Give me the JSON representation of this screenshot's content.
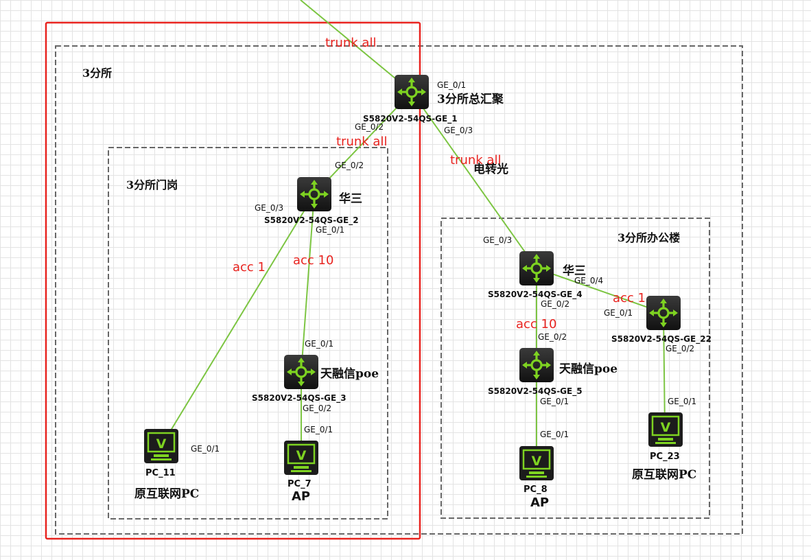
{
  "areas": {
    "branch": "3分所",
    "gate": "3分所门岗",
    "office": "3分所办公楼"
  },
  "devices": {
    "ge1": {
      "model": "S5820V2-54QS-GE_1",
      "name": "3分所总汇聚"
    },
    "ge2": {
      "model": "S5820V2-54QS-GE_2",
      "name": "华三"
    },
    "ge3": {
      "model": "S5820V2-54QS-GE_3",
      "name": "天融信poe"
    },
    "ge4": {
      "model": "S5820V2-54QS-GE_4",
      "name": "华三"
    },
    "ge5": {
      "model": "S5820V2-54QS-GE_5",
      "name": "天融信poe"
    },
    "ge22": {
      "model": "S5820V2-54QS-GE_22"
    },
    "pc11": {
      "model": "PC_11",
      "name": "原互联网PC"
    },
    "pc7": {
      "model": "PC_7",
      "name": "AP"
    },
    "pc8": {
      "model": "PC_8",
      "name": "AP"
    },
    "pc23": {
      "model": "PC_23",
      "name": "原互联网PC"
    }
  },
  "link_labels": {
    "trunk_top": "trunk all",
    "trunk_gate": "trunk all",
    "trunk_office": "trunk all",
    "acc1_gate": "acc 1",
    "acc10_gate": "acc 10",
    "acc10_office": "acc 10",
    "acc1_office": "acc 1",
    "e2o": "电转光"
  },
  "ports": {
    "p_ge1_01": "GE_0/1",
    "p_ge1_02": "GE_0/2",
    "p_ge1_03": "GE_0/3",
    "p_ge2_02": "GE_0/2",
    "p_ge2_03": "GE_0/3",
    "p_ge2_01": "GE_0/1",
    "p_ge3_01": "GE_0/1",
    "p_ge3_02": "GE_0/2",
    "p_pc7_01": "GE_0/1",
    "p_pc11_01": "GE_0/1",
    "p_ge4_03": "GE_0/3",
    "p_ge4_04": "GE_0/4",
    "p_ge4_02": "GE_0/2",
    "p_ge5_02": "GE_0/2",
    "p_ge5_01": "GE_0/1",
    "p_pc8_01": "GE_0/1",
    "p_ge22_01": "GE_0/1",
    "p_ge22_02": "GE_0/2",
    "p_pc23_01": "GE_0/1"
  },
  "colors": {
    "link": "#7cc542",
    "annotation": "#e8231f",
    "icon_green": "#7ed321",
    "area_border": "#666666"
  }
}
